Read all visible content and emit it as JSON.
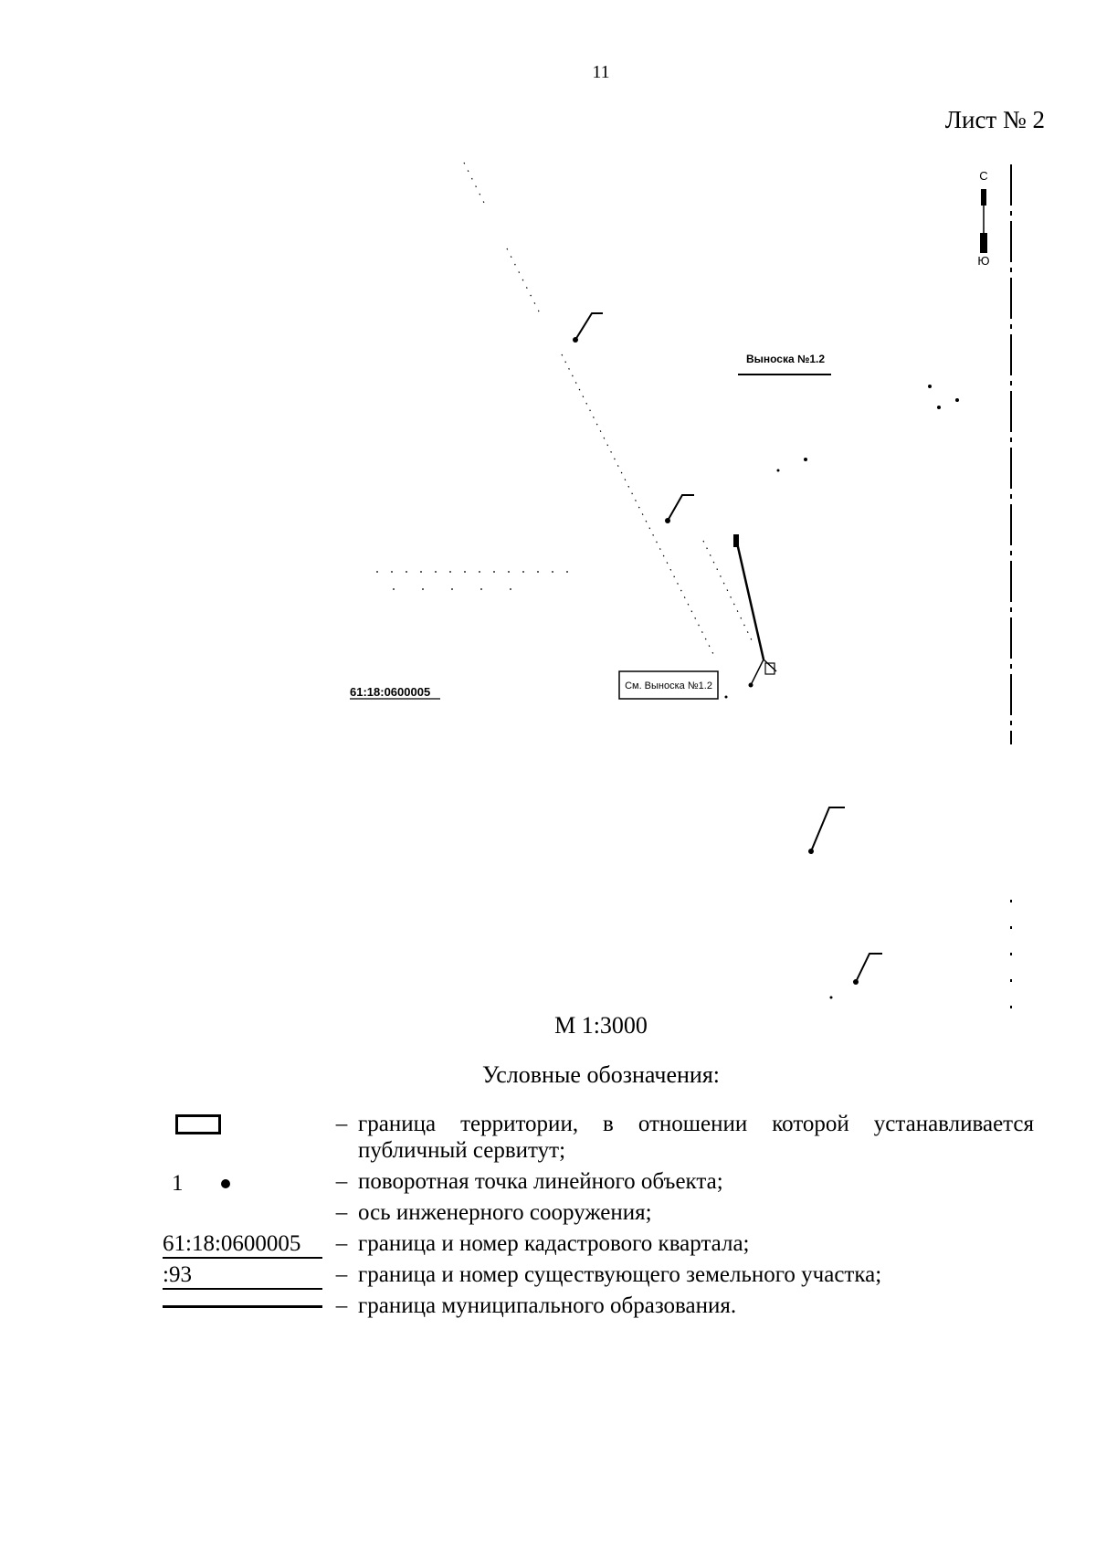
{
  "header": {
    "page_number": "11",
    "sheet_label": "Лист № 2"
  },
  "map": {
    "north_label": "С",
    "south_label": "Ю",
    "callout_ref_top": "Выноска №1.2",
    "callout_ref_boxed": "См. Выноска №1.2",
    "quarter_label": "61:18:0600005"
  },
  "scale_label": "М 1:3000",
  "legend": {
    "title": "Условные обозначения:",
    "dash": "–",
    "items": [
      {
        "symbol": "rect",
        "text": "граница территории, в отношении которой устанавливается публичный сервитут;"
      },
      {
        "symbol": "point",
        "symbol_text": "1",
        "text": "поворотная точка линейного объекта;"
      },
      {
        "symbol": "axis",
        "text": "ось инженерного сооружения;"
      },
      {
        "symbol": "quarter",
        "symbol_text": "61:18:0600005",
        "text": "граница и номер кадастрового квартала;"
      },
      {
        "symbol": "parcel",
        "symbol_text": ":93",
        "text": "граница и номер существующего земельного участка;"
      },
      {
        "symbol": "municipal",
        "text": "граница муниципального образования."
      }
    ]
  }
}
